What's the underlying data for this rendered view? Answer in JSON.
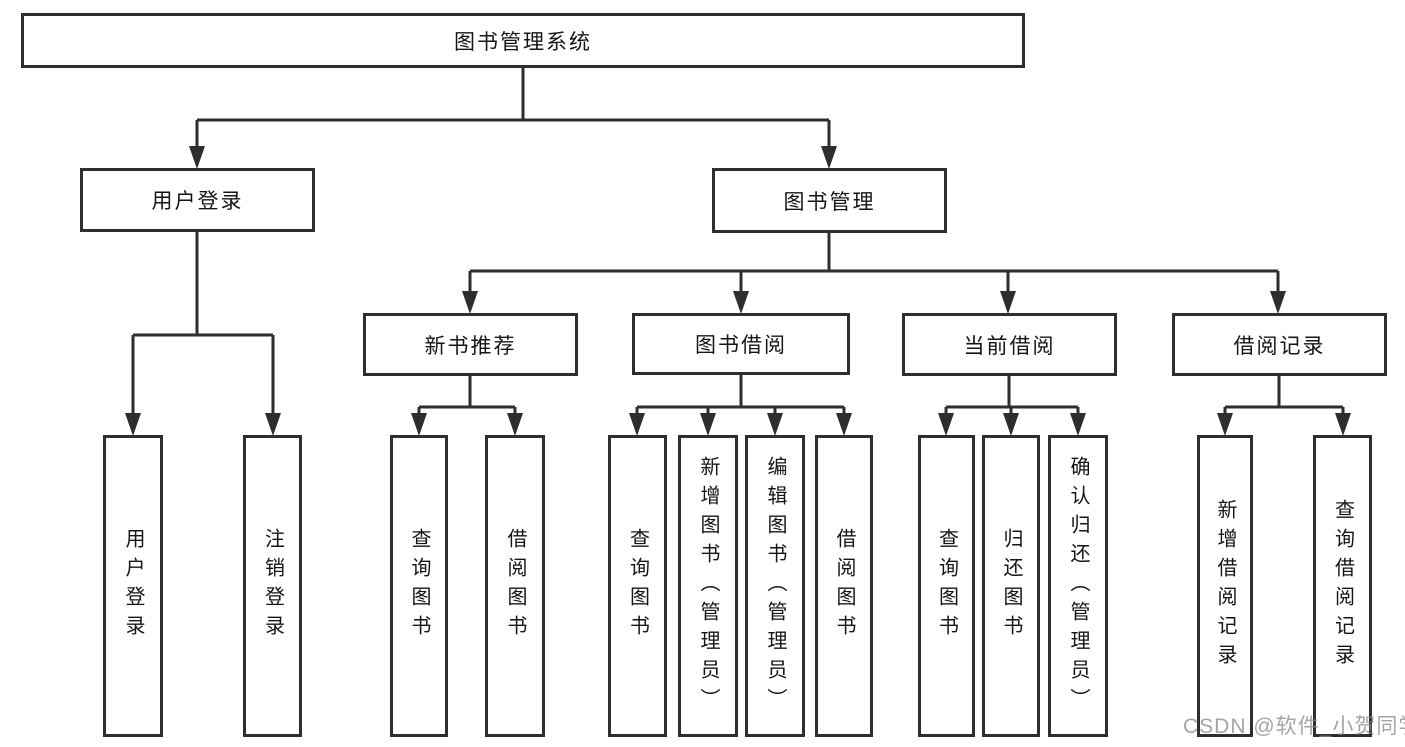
{
  "tree": {
    "root": "图书管理系统",
    "level2": [
      {
        "label": "用户登录",
        "children": [
          "用户登录",
          "注销登录"
        ]
      },
      {
        "label": "图书管理",
        "children": [
          {
            "label": "新书推荐",
            "children": [
              "查询图书",
              "借阅图书"
            ]
          },
          {
            "label": "图书借阅",
            "children": [
              "查询图书",
              "新增图书（管理员）",
              "编辑图书（管理员）",
              "借阅图书"
            ]
          },
          {
            "label": "当前借阅",
            "children": [
              "查询图书",
              "归还图书",
              "确认归还（管理员）"
            ]
          },
          {
            "label": "借阅记录",
            "children": [
              "新增借阅记录",
              "查询借阅记录"
            ]
          }
        ]
      }
    ]
  },
  "watermark": "CSDN @软件_小贺同学",
  "colors": {
    "line": "#2e2e2e",
    "box_border": "#2e2e2e",
    "text": "#151515",
    "watermark": "#8c8c8c",
    "background": "#ffffff"
  }
}
